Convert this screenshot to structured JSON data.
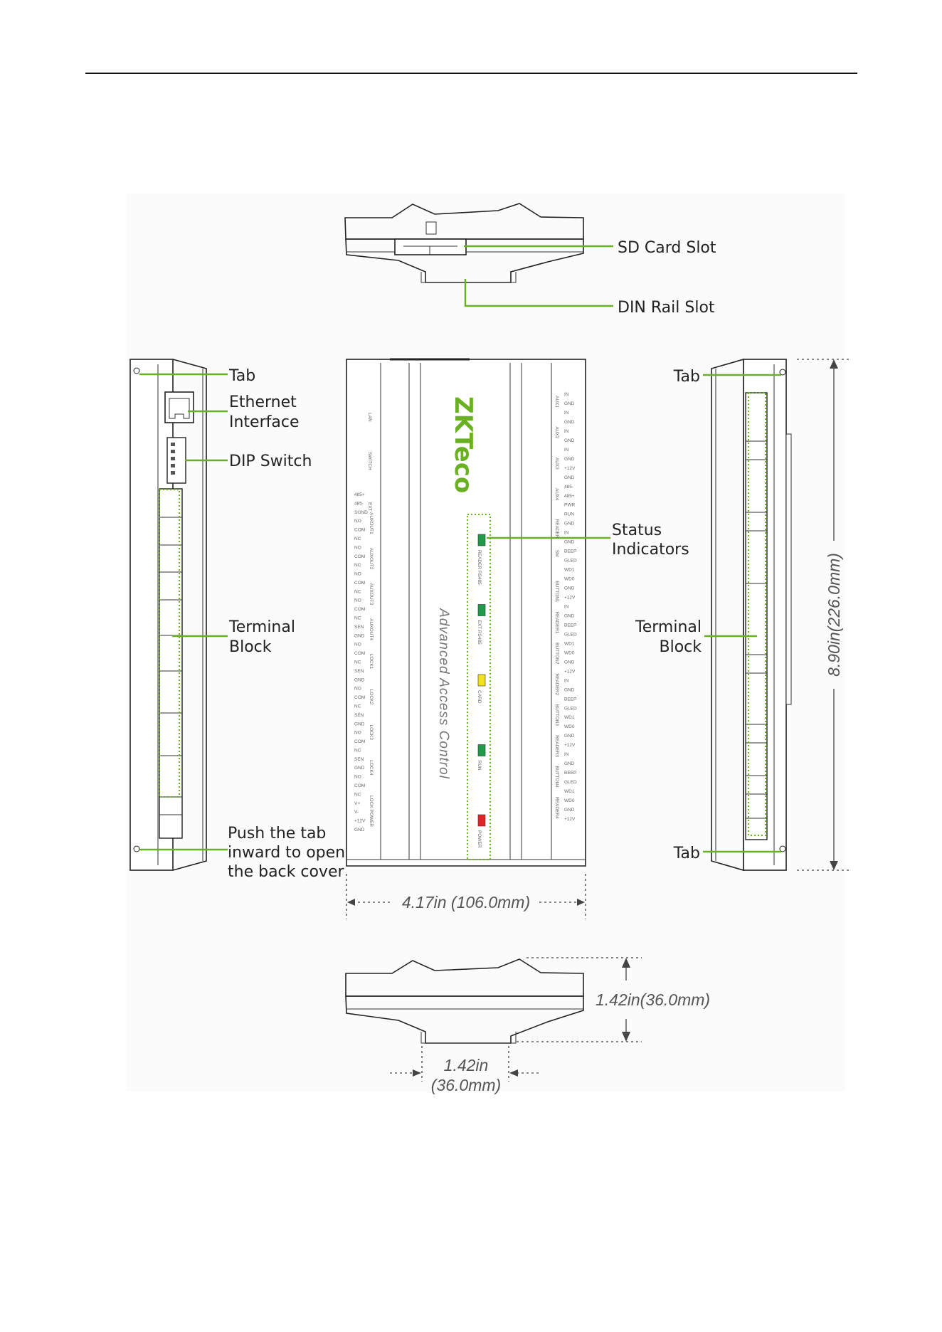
{
  "labels": {
    "sd_card_slot": "SD Card Slot",
    "din_rail_slot": "DIN Rail Slot",
    "tab": "Tab",
    "ethernet_1": "Ethernet",
    "ethernet_2": "Interface",
    "dip_switch": "DIP Switch",
    "terminal_1": "Terminal",
    "terminal_2": "Block",
    "push_1": "Push the tab",
    "push_2": "inward to open",
    "push_3": "the back cover",
    "status_1": "Status",
    "status_2": "Indicators"
  },
  "dimensions": {
    "height": "8.90in(226.0mm)",
    "width": "4.17in (106.0mm)",
    "depth": "1.42in(36.0mm)",
    "rail_1": "1.42in",
    "rail_2": "(36.0mm)"
  },
  "brand": {
    "logo": "ZKTeco",
    "product": "Advanced Access Control",
    "color": "#6ab023"
  },
  "panel": {
    "lan": "LAN",
    "switch": "SWITCH",
    "ext": "EXT",
    "left_terminals": [
      "485+",
      "485-",
      "SGND",
      "NO",
      "COM",
      "NC",
      "NO",
      "COM",
      "NC",
      "NO",
      "COM",
      "NC",
      "NO",
      "COM",
      "NC",
      "SEN",
      "GND",
      "NO",
      "COM",
      "NC",
      "SEN",
      "GND",
      "NO",
      "COM",
      "NC",
      "SEN",
      "GND",
      "NO",
      "COM",
      "NC",
      "SEN",
      "GND",
      "NO",
      "COM",
      "NC",
      "V+",
      "V-",
      "+12V",
      "GND"
    ],
    "left_groups": [
      "AUXOUT1",
      "AUXOUT2",
      "AUXOUT3",
      "AUXOUT4",
      "LOCK1",
      "LOCK2",
      "LOCK3",
      "LOCK4",
      "LOCK POWER"
    ],
    "right_terminals": [
      "IN",
      "GND",
      "IN",
      "GND",
      "IN",
      "GND",
      "IN",
      "GND",
      "+12V",
      "GND",
      "485-",
      "485+",
      "PWR",
      "RUN",
      "GND",
      "IN",
      "GND",
      "BEEP",
      "GLED",
      "WD1",
      "WD0",
      "GND",
      "+12V",
      "IN",
      "GND",
      "BEEP",
      "GLED",
      "WD1",
      "WD0",
      "GND",
      "+12V",
      "IN",
      "GND",
      "BEEP",
      "GLED",
      "WD1",
      "WD0",
      "GND",
      "+12V",
      "IN",
      "GND",
      "BEEP",
      "GLED",
      "WD1",
      "WD0",
      "GND",
      "+12V"
    ],
    "right_groups": [
      "AUX1",
      "AUX2",
      "AUX3",
      "AUX4",
      "READER",
      "SM",
      "BUTTON1",
      "READER1",
      "BUTTON2",
      "READER2",
      "BUTTON3",
      "READER3",
      "BUTTON4",
      "READER4"
    ],
    "leds": [
      {
        "label": "READER RS485",
        "color": "#1e9a4a"
      },
      {
        "label": "EXT RS485",
        "color": "#1e9a4a"
      },
      {
        "label": "CARD",
        "color": "#f2e21d"
      },
      {
        "label": "RUN",
        "color": "#1e9a4a"
      },
      {
        "label": "POWER",
        "color": "#e0262a"
      }
    ]
  }
}
